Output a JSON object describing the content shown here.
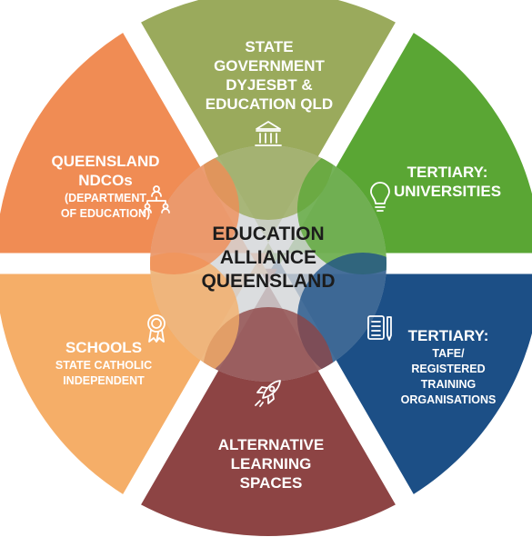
{
  "center": {
    "lines": [
      "EDUCATION",
      "ALLIANCE",
      "QUEENSLAND"
    ],
    "fill": "#d3d6d8"
  },
  "segments": [
    {
      "id": "state-government",
      "color": "#9aaa5c",
      "icon": "government-building-icon",
      "title_lines": [
        "STATE",
        "GOVERNMENT",
        "DYJESBT &",
        "EDUCATION QLD"
      ],
      "sub_lines": []
    },
    {
      "id": "tertiary-universities",
      "color": "#5aa634",
      "icon": "lightbulb-icon",
      "title_lines": [
        "TERTIARY:",
        "UNIVERSITIES"
      ],
      "sub_lines": []
    },
    {
      "id": "tertiary-tafe",
      "color": "#1c4f86",
      "icon": "notepad-pencil-icon",
      "title_lines": [
        "TERTIARY:"
      ],
      "sub_lines": [
        "TAFE/",
        "REGISTERED",
        "TRAINING",
        "ORGANISATIONS"
      ]
    },
    {
      "id": "alternative-learning",
      "color": "#8d4444",
      "icon": "rocket-icon",
      "title_lines": [
        "ALTERNATIVE",
        "LEARNING",
        "SPACES"
      ],
      "sub_lines": []
    },
    {
      "id": "schools",
      "color": "#f5ae68",
      "icon": "award-ribbon-icon",
      "title_lines": [
        "SCHOOLS"
      ],
      "sub_lines": [
        "STATE CATHOLIC",
        "INDEPENDENT"
      ]
    },
    {
      "id": "queensland-ndcos",
      "color": "#f08c54",
      "icon": "org-chart-icon",
      "title_lines": [
        "QUEENSLAND",
        "NDCOs"
      ],
      "sub_lines": [
        "(DEPARTMENT",
        "OF EDUCATION)"
      ]
    }
  ]
}
